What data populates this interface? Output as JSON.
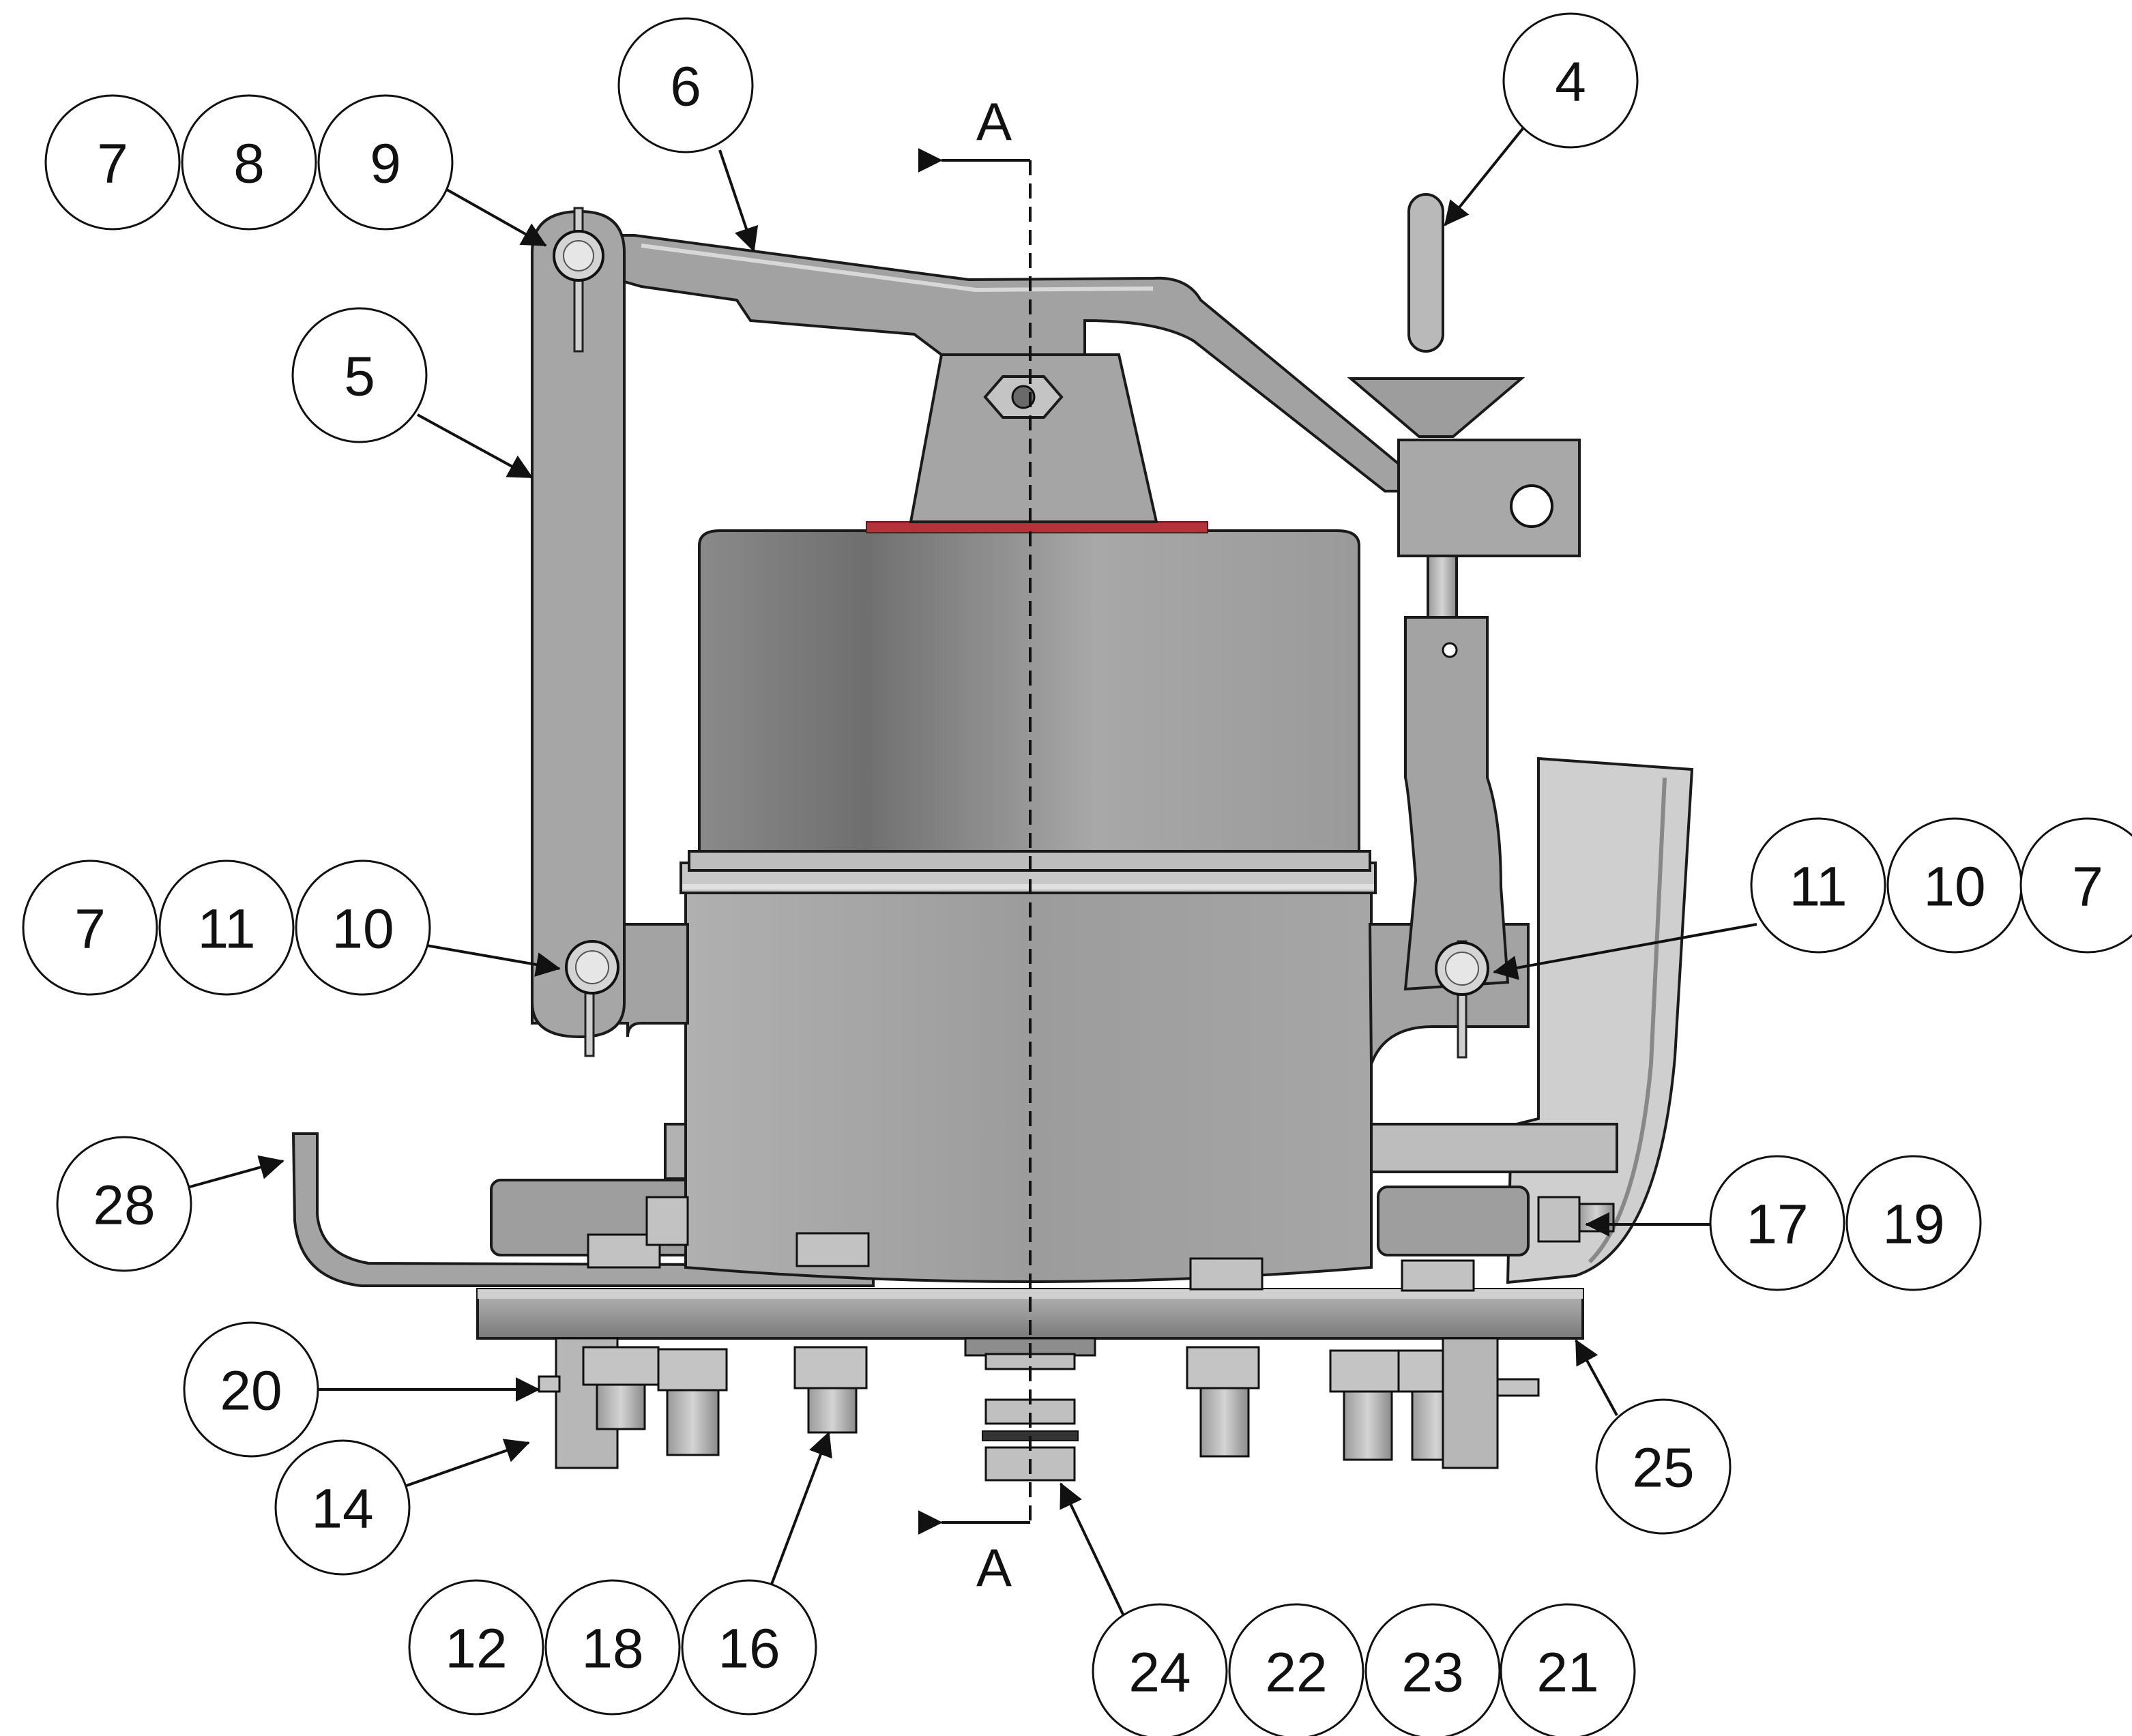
{
  "section": {
    "label_top": "A",
    "label_bottom": "A"
  },
  "colors": {
    "body": "#a9a9a9",
    "body_dark": "#7e7e7e",
    "body_light": "#c9c9c9",
    "gasket": "#b4323a",
    "outline": "#1a1a1a"
  },
  "balloons": {
    "b7a": "7",
    "b8": "8",
    "b9": "9",
    "b6": "6",
    "b4": "4",
    "b5": "5",
    "b7b": "7",
    "b11a": "11",
    "b10a": "10",
    "b11b": "11",
    "b10b": "10",
    "b7c": "7",
    "b28": "28",
    "b17": "17",
    "b19": "19",
    "b20": "20",
    "b14": "14",
    "b25": "25",
    "b12": "12",
    "b18": "18",
    "b16": "16",
    "b24": "24",
    "b22": "22",
    "b23": "23",
    "b21": "21"
  }
}
